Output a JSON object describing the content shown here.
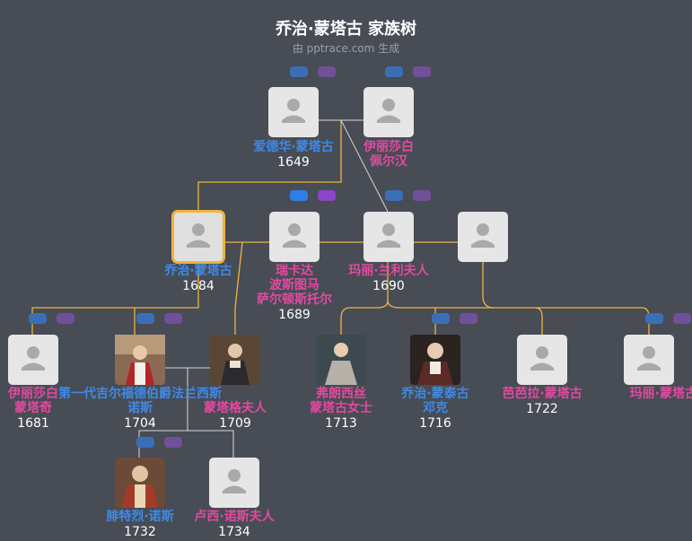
{
  "header": {
    "title": "乔治·蒙塔古 家族树",
    "subtitle": "由 pptrace.com 生成"
  },
  "colors": {
    "background": "#474c55",
    "male": "#3f8ae8",
    "female": "#e24aa0",
    "link_main": "#f0b43c",
    "link_secondary": "#d8d8d8"
  },
  "people": {
    "edward": {
      "name": "爱德华·蒙塔古",
      "year": "1649",
      "gender": "male",
      "icon": "person-silhouette-icon"
    },
    "elizabeth_pelham": {
      "name": "伊丽莎白\n佩尔汉",
      "year": "",
      "gender": "female",
      "icon": "person-silhouette-icon"
    },
    "george": {
      "name": "乔治·蒙塔古",
      "year": "1684",
      "gender": "male",
      "icon": "person-silhouette-icon",
      "highlighted": true
    },
    "rebecca": {
      "name": "瑞卡达\n波斯图马\n萨尔顿斯托尔",
      "year": "1689",
      "gender": "female",
      "icon": "person-silhouette-icon"
    },
    "mary_lane": {
      "name": "玛丽·兰利夫人",
      "year": "1690",
      "gender": "female",
      "icon": "person-silhouette-icon"
    },
    "spouse_unknown": {
      "name": "",
      "year": "",
      "gender": "unknown",
      "icon": "person-silhouette-icon"
    },
    "elizabeth_m": {
      "name": "伊丽莎白\n蒙塔奇",
      "year": "1681",
      "gender": "female",
      "icon": "person-silhouette-icon"
    },
    "guilford": {
      "name": "第一代吉尔福德伯爵法兰西斯\n诺斯",
      "year": "1704",
      "gender": "male",
      "icon": "portrait-icon"
    },
    "lady_montagu": {
      "name": "蒙塔格夫人",
      "year": "1709",
      "gender": "female",
      "icon": "portrait-icon"
    },
    "frances": {
      "name": "弗朗西丝\n蒙塔古女士",
      "year": "1713",
      "gender": "female",
      "icon": "portrait-icon"
    },
    "george_dunk": {
      "name": "乔治·蒙泰古\n邓克",
      "year": "1716",
      "gender": "male",
      "icon": "portrait-icon"
    },
    "barbara": {
      "name": "芭芭拉·蒙塔古",
      "year": "1722",
      "gender": "female",
      "icon": "person-silhouette-icon"
    },
    "mary_m": {
      "name": "玛丽·蒙塔古",
      "year": "",
      "gender": "female",
      "icon": "person-silhouette-icon"
    },
    "frederick": {
      "name": "腓特烈·诺斯",
      "year": "1732",
      "gender": "male",
      "icon": "portrait-icon"
    },
    "lucy": {
      "name": "卢西·诺斯夫人",
      "year": "1734",
      "gender": "female",
      "icon": "person-silhouette-icon"
    }
  }
}
